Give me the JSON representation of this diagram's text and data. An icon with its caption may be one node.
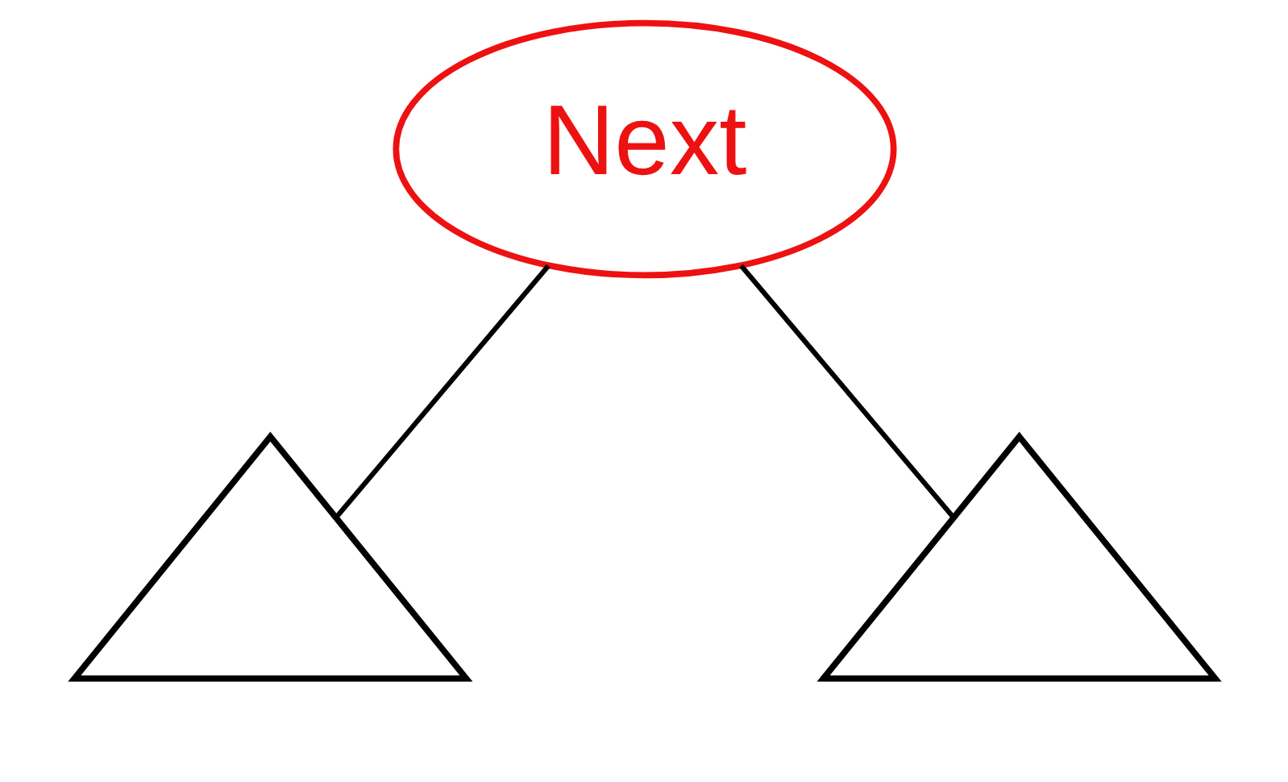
{
  "diagram": {
    "nodes": [
      {
        "text": [
          "Next"
        ]
      },
      {
        "text": [],
        "shape": "triangle"
      },
      {
        "text": [],
        "shape": "triangle"
      }
    ],
    "edges": [
      {
        "from": 0,
        "to": 1,
        "arrow": "none"
      },
      {
        "from": 0,
        "to": 2,
        "arrow": "none"
      }
    ]
  }
}
